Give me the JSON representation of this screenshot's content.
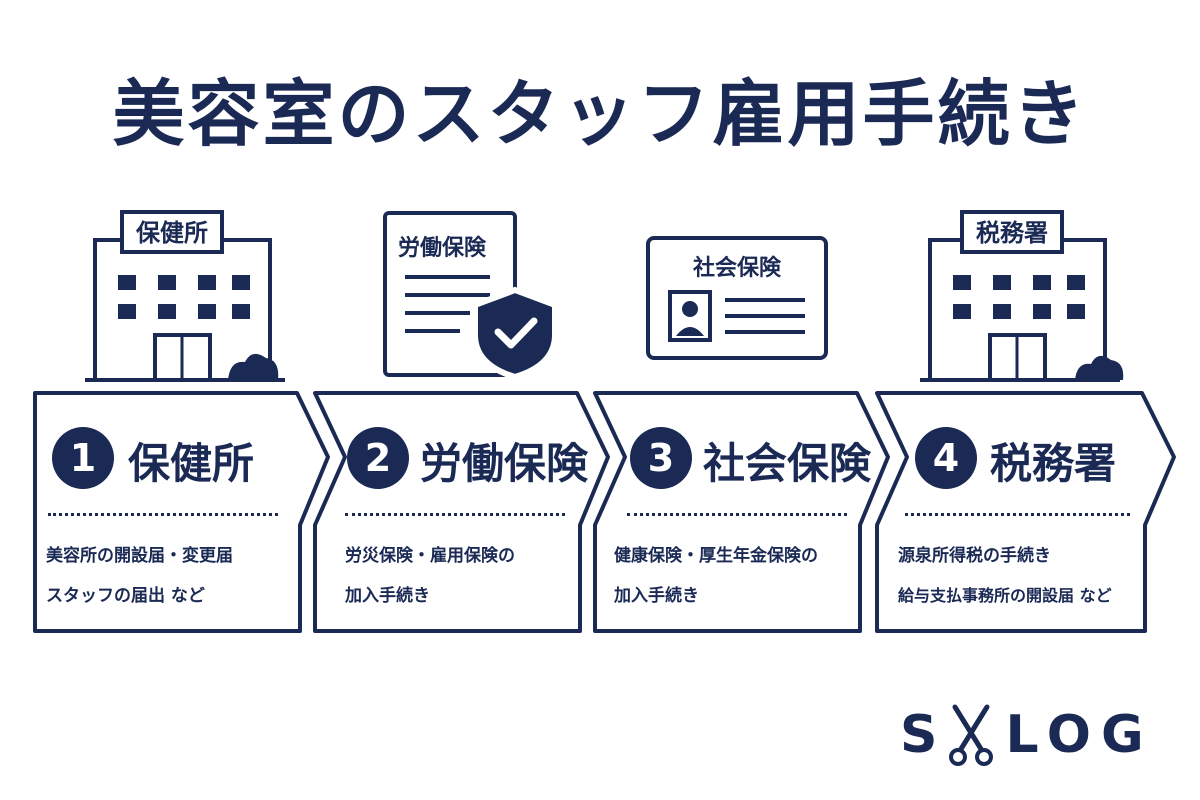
{
  "title": "美容室のスタッフ雇用手続き",
  "icons": {
    "building1_sign": "保健所",
    "doc_title": "労働保険",
    "card_title": "社会保険",
    "building2_sign": "税務署"
  },
  "steps": [
    {
      "num": "1",
      "label": "保健所",
      "desc": [
        "美容所の開設届・変更届",
        "スタッフの届出 など"
      ]
    },
    {
      "num": "2",
      "label": "労働保険",
      "desc": [
        "労災保険・雇用保険の",
        "加入手続き"
      ]
    },
    {
      "num": "3",
      "label": "社会保険",
      "desc": [
        "健康保険・厚生年金保険の",
        "加入手続き"
      ]
    },
    {
      "num": "4",
      "label": "税務署",
      "desc": [
        "源泉所得税の手続き",
        "給与支払事務所の開設届 など"
      ]
    }
  ],
  "logo": {
    "left": "S",
    "right": "LOG"
  },
  "colors": {
    "navy": "#1b2a55",
    "background": "#ffffff"
  }
}
